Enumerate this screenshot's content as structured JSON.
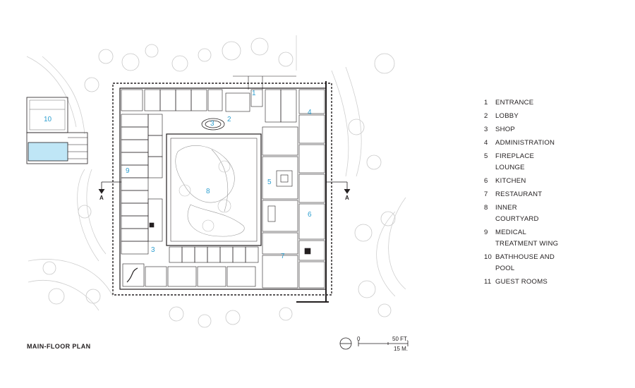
{
  "legend": [
    {
      "num": "1",
      "label": "ENTRANCE"
    },
    {
      "num": "2",
      "label": "LOBBY"
    },
    {
      "num": "3",
      "label": "SHOP"
    },
    {
      "num": "4",
      "label": "ADMINISTRATION"
    },
    {
      "num": "5",
      "label": "FIREPLACE\nLOUNGE"
    },
    {
      "num": "6",
      "label": "KITCHEN"
    },
    {
      "num": "7",
      "label": "RESTAURANT"
    },
    {
      "num": "8",
      "label": "INNER\nCOURTYARD"
    },
    {
      "num": "9",
      "label": "MEDICAL\nTREATMENT WING"
    },
    {
      "num": "10",
      "label": "BATHHOUSE AND\nPOOL"
    },
    {
      "num": "11",
      "label": "GUEST ROOMS"
    }
  ],
  "caption": "MAIN-FLOOR PLAN",
  "section_cut": "A",
  "plan_numbers": [
    "1",
    "2",
    "3",
    "3",
    "4",
    "5",
    "6",
    "7",
    "8",
    "9",
    "10"
  ],
  "scale": {
    "zero": "0",
    "feet": "50 FT.",
    "meters": "15 M."
  },
  "colors": {
    "line": "#231f20",
    "number": "#2e9fd0",
    "pool": "#bfe6f6",
    "tree": "#c8c8c8"
  }
}
